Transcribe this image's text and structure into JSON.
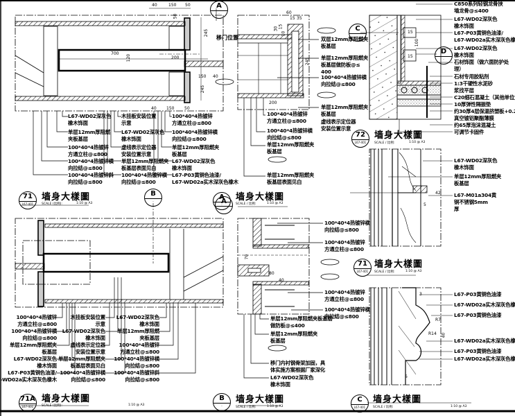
{
  "panels": {
    "p71": {
      "marker": "71",
      "sheet": "L67-401",
      "title": "墙身大樣圖",
      "scale_label": "SCALE (比例):",
      "scale_value": "1:10 @ A3",
      "note": "移门位置",
      "dims": [
        "40",
        "150",
        "50",
        "50",
        "245",
        "700",
        "120",
        "200",
        "150",
        "40",
        "245",
        "40",
        "150",
        "50"
      ],
      "labels": [
        "L67-WD02深灰色\n橡木饰面",
        "单层12mm厚阻燃\n夹板基层",
        "100*40*4热镀锌\n方通立柱@≤800",
        "100*40*4热镀锌横\n向拉结@≤800",
        "100*40*4热镀锌斜\n向拉结@≤800",
        "木挂板安装位置\n示意",
        "L67-WD02深灰色\n橡木饰面",
        "虚线表示定位器\n安装位置示意",
        "单层12mm厚阻燃夹\n板基层表面见白",
        "100*40*4热镀锌横\n向拉结@≤800",
        "100*40*4热镀锌\n方通立柱@≤800",
        "100*40*4热镀锌横\n向拉结@≤800",
        "单层12mm厚阻燃夹\n板基层",
        "L67-WD02深灰色\n橡木饰面",
        "L67-P03黄铜色油漆/\nL67-WD02a实木深灰色橡木"
      ]
    },
    "pA": {
      "marker": "A",
      "sheet": "-",
      "title": "墙身大樣圖",
      "scale_label": "SCALE / 比例:",
      "scale_value": "1:10 @ A3",
      "dims": [
        "60",
        "15",
        "35",
        "30",
        "15",
        "10",
        "245",
        "200"
      ],
      "labels": [
        "双层12mm厚阻燃夹\n板基层",
        "单层12mm厚阻燃夹\n板基层做防板@≤\n400",
        "100*40*4热镀锌横\n向拉结@≤800",
        "单层12mm厚阻燃夹\n板基层",
        "虚线表示定位器\n安装位置示意",
        "100*40*4热镀锌\n方通立柱@≤800",
        "100*40*4热镀锌横\n向拉结@≤800",
        "单层12mm厚阻燃夹\n板基层",
        "单层12mm厚阻燃夹\n板基层表面见白"
      ]
    },
    "pTR": {
      "markers": [
        "C",
        "D"
      ],
      "dims": [
        "15",
        "100",
        "15"
      ],
      "labels": [
        "C850系列轻钢龙骨挟\n墙龙骨@≤400",
        "L67-WD02深灰色\n橡木饰面",
        "L67-P03黄铜色油漆/\nL67-WD02a实木深灰色橡木",
        "L67-WD02深灰色\n橡木饰面",
        "石材饰面（做六面防护处\n理）",
        "石材专用胶粘剂",
        "1:3干硬性水泥砂\n浆找平层",
        "C20细石混凝土（其他单位负责）",
        "10厚弹性隔振垫",
        "约30厚4层保温挤塑板+0.2厚\n真空镀铝聚酯薄膜",
        "约65厚泡沫混凝土",
        "可调节卡固件"
      ]
    },
    "p72": {
      "marker": "72",
      "sheet": "L67-401",
      "title": "墙身大樣圖",
      "scale_label": "SCALE / 比例:",
      "scale_value": "1:10 @ A3",
      "dims": [
        "42",
        "5"
      ],
      "labels": [
        "L67-WD02深灰色\n橡木饰面",
        "单层12mm厚阻燃夹\n板基层",
        "L67-M01a304黄\n铜不锈钢5mm\n厚"
      ]
    },
    "p71b": {
      "marker": "71",
      "sheet": "L67-401",
      "title": "墙身大樣圖",
      "scale_label": "SCALE / 比例:",
      "scale_value": "1:10 @ A3"
    },
    "pC": {
      "marker": "C",
      "sheet": "L67-401",
      "title": "墙身大樣圖",
      "scale_label": "SCALE / 比例:",
      "scale_value": "1:10 @ A3",
      "dims": [
        "3",
        "R7",
        "R14",
        "40",
        "6"
      ],
      "labels": [
        "L67-P03黄铜色油漆",
        "L67-WD02a实木深灰色橡木",
        "L67-P03黄铜色油漆",
        "L67-WD02a实木深灰色橡木",
        "L67-P03黄铜色油漆",
        "L67-WD02a实木深灰色橡木"
      ]
    },
    "pB": {
      "marker": "B",
      "sheet": "-",
      "title": "墙身大樣圖",
      "scale_label": "SCALE / 比例:",
      "scale_value": "1:10 @ A3",
      "dims": [
        "70",
        "80",
        "40"
      ],
      "labels": [
        "100*40*4热镀锌横\n向拉结@≤800",
        "100*40*4热镀锌\n方通立柱@≤800",
        "100*40*4热镀锌\n方通立柱@≤800",
        "100*40*4热镀锌横\n向拉结@≤800",
        "单层12mm厚阻燃夹板基层\n做防板@≤400",
        "单层12mm厚阻燃夹\n板基层",
        "移门内衬钢骨架加固，具\n体实施方案根据厂家深化",
        "L67-WD02深灰色\n橡木饰面"
      ]
    },
    "p71A": {
      "marker": "71A",
      "sheet": "L67-401",
      "title": "墙身大樣圖",
      "scale_label": "SCALE (比例):",
      "scale_value": "1:10 @ A3",
      "section_markers": [
        "B",
        "A"
      ],
      "labels": [
        "100*40*4热镀锌\n方通立柱@≤800",
        "100*40*4热镀锌横\n向拉结@≤800",
        "单层12mm厚阻燃夹\n板基层",
        "L67-WD02深灰色\n橡木饰面",
        "L67-P03黄铜色油漆/\nL67-WD02a实木深灰色橡木",
        "木挂板安装位置\n示意",
        "L67-WD02深灰色\n橡木饰面",
        "虚线表示定位器\n安装位置示意",
        "单层12mm厚阻燃夹\n板基层表面见白",
        "100*40*4热镀锌横\n向拉结@≤800",
        "L67-WD02深灰色\n橡木饰面",
        "单层12mm厚阻燃\n夹板基层",
        "100*40*4热镀锌\n方通立柱@≤800",
        "100*40*4热镀锌横\n向拉结@≤800",
        "100*40*4热镀锌斜\n向拉结@≤800"
      ]
    }
  }
}
